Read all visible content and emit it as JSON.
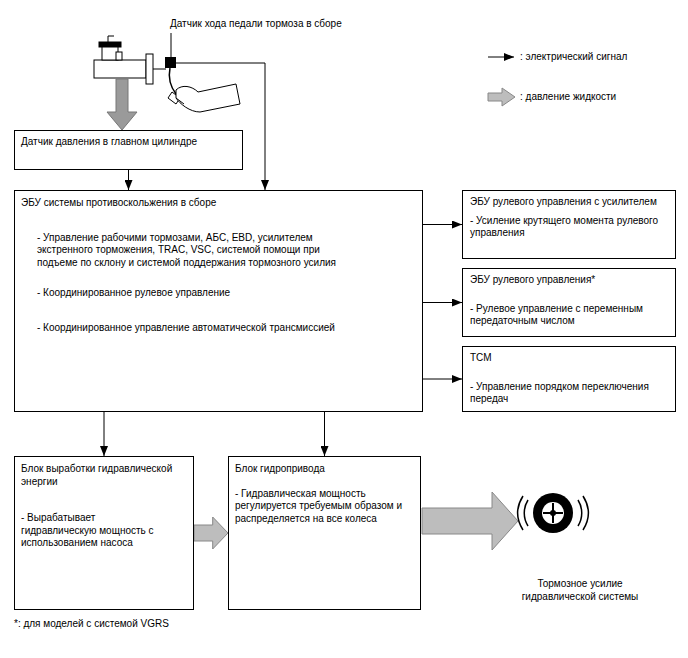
{
  "diagram": {
    "nodes": [
      {
        "text": [
          "Датчик давления в главном цилиндре"
        ]
      },
      {
        "text": [
          "ЭБУ системы противоскольжения в сборе",
          "- Управление рабочими тормозами, АБС, EBD, усилителем экстренного торможения, TRAC, VSC, системой помощи при подъеме по склону и системой поддержания тормозного усилия",
          "- Координированное рулевое управление",
          "- Координированное управление автоматической трансмиссией"
        ]
      },
      {
        "text": [
          "ЭБУ рулевого управления с усилителем",
          "- Усиление крутящего момента рулевого управления"
        ]
      },
      {
        "text": [
          "ЭБУ рулевого управления*",
          "- Рулевое управление с переменным передаточным числом"
        ]
      },
      {
        "text": [
          "TCM",
          "- Управление порядком переключения передач"
        ]
      },
      {
        "text": [
          "Блок выработки гидравлической энергии",
          "- Вырабатывает гидравлическую мощность с использованием насоса"
        ]
      },
      {
        "text": [
          "Блок гидропривода",
          "- Гидравлическая мощность регулируется требуемым образом и распределяется на все колеса"
        ]
      }
    ],
    "edges": [
      {
        "from": 0,
        "to": 1,
        "arrow": "to"
      },
      {
        "from": 1,
        "to": 2,
        "arrow": "to"
      },
      {
        "from": 1,
        "to": 3,
        "arrow": "to"
      },
      {
        "from": 1,
        "to": 4,
        "arrow": "to"
      },
      {
        "from": 1,
        "to": 5,
        "arrow": "to"
      },
      {
        "from": 1,
        "to": 6,
        "arrow": "to"
      },
      {
        "from": 5,
        "to": 6,
        "arrow": "to"
      }
    ],
    "labels": [
      "Датчик хода педали тормоза в сборе",
      "Тормозное усилие гидравлической системы",
      "*: для моделей с системой VGRS"
    ],
    "legend": [
      {
        "text": ": электрический сигнал"
      },
      {
        "text": ": давление жидкости"
      }
    ]
  }
}
